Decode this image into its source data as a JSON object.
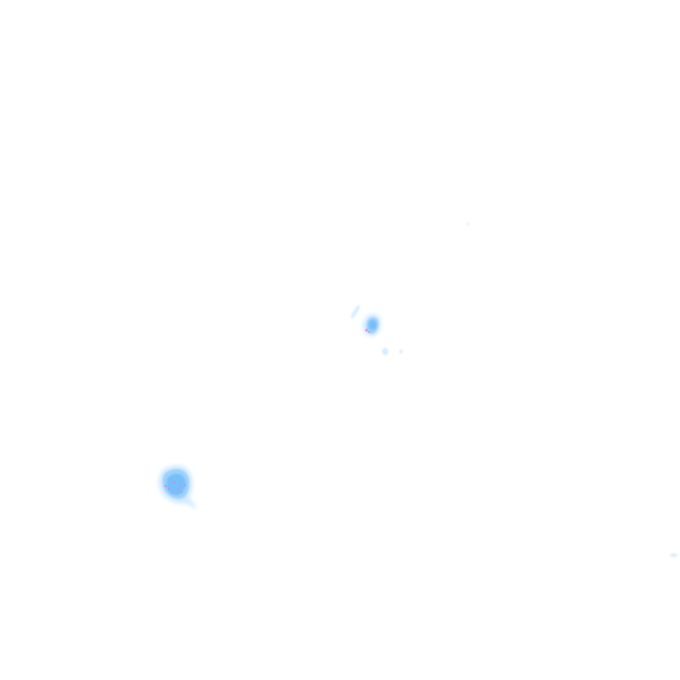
{
  "map": {
    "type": "radar-precipitation-overlay",
    "background_color": "#ffffff",
    "colors": {
      "light_precip": "#cfe9ff",
      "medium_precip": "#8fcbff",
      "core_precip": "#6bb8f5",
      "intense_precip": "#e07adf"
    },
    "cells": [
      {
        "id": "cell-center",
        "intensity": "moderate"
      },
      {
        "id": "cell-southwest",
        "intensity": "moderate"
      },
      {
        "id": "speck-center-left",
        "intensity": "light"
      },
      {
        "id": "speck-center-below-1",
        "intensity": "light"
      },
      {
        "id": "speck-center-below-2",
        "intensity": "light"
      },
      {
        "id": "speck-upper-right",
        "intensity": "light"
      },
      {
        "id": "speck-east-edge",
        "intensity": "light"
      }
    ]
  }
}
